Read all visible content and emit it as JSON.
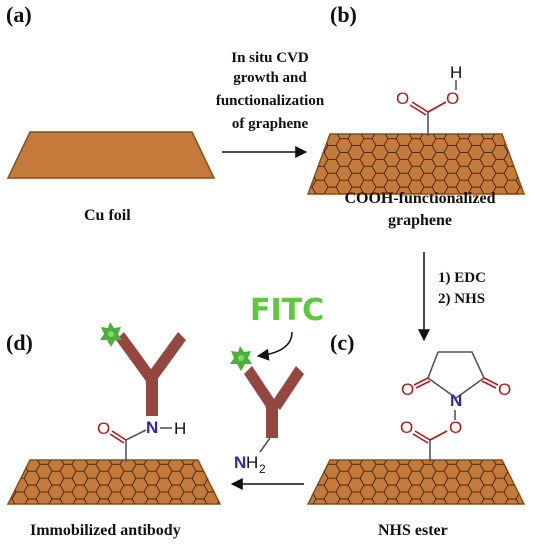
{
  "panels": {
    "a": "(a)",
    "b": "(b)",
    "c": "(c)",
    "d": "(d)"
  },
  "step_a_to_b": [
    "In situ CVD",
    "growth and",
    "functionalization",
    "of graphene"
  ],
  "step_b_to_c": [
    "1) EDC",
    "2) NHS"
  ],
  "captions": {
    "a": "Cu foil",
    "b": [
      "COOH-functionalized",
      "graphene"
    ],
    "c": "NHS ester",
    "d": "Immobilized antibody"
  },
  "label_fitc": "FITC",
  "atoms": {
    "oxygen": "O",
    "nitrogen": "N",
    "hydrogen": "H",
    "amine_sub": "2"
  },
  "colors": {
    "foil": "#c47a3a",
    "antibody": "#93473f",
    "fitc": "#5cc93c",
    "oxygen": "#b01818",
    "nitrogen": "#2a2aa8"
  }
}
